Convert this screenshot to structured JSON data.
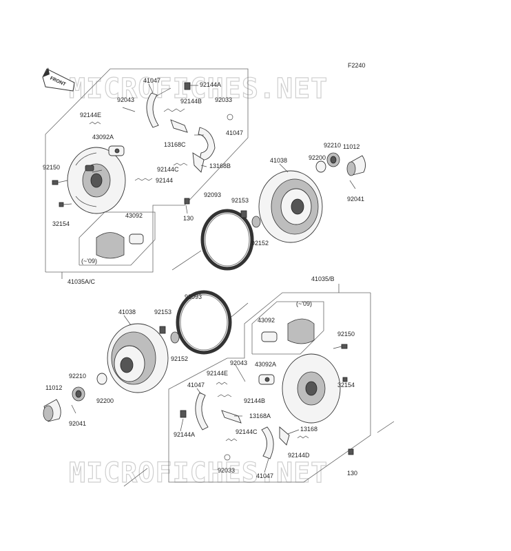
{
  "figure_code": "F2240",
  "front_arrow_text": "FRONT",
  "watermark_text": "MICROFICHES.NET",
  "group_labels": {
    "top_assembly": "41035A/C",
    "bottom_assembly": "41035/B"
  },
  "version_note": "(~'09)",
  "top_parts": {
    "p41047_a": "41047",
    "p92144A": "92144A",
    "p92043": "92043",
    "p92144B": "92144B",
    "p92033": "92033",
    "p92144E": "92144E",
    "p41047_b": "41047",
    "p43092A": "43092A",
    "p13168C": "13168C",
    "p92150": "92150",
    "p92144C": "92144C",
    "p13168B": "13168B",
    "p92144": "92144",
    "p32154": "32154",
    "p43092": "43092",
    "p130": "130",
    "p92093": "92093",
    "p92153": "92153",
    "p41038": "41038",
    "p92200": "92200",
    "p92210": "92210",
    "p11012": "11012",
    "p92041": "92041",
    "p92152": "92152"
  },
  "bottom_parts": {
    "p92093": "92093",
    "p41038": "41038",
    "p92153": "92153",
    "p43092": "43092",
    "p92150": "92150",
    "p92152": "92152",
    "p92043": "92043",
    "p43092A": "43092A",
    "p92144E": "92144E",
    "p32154": "32154",
    "p92210": "92210",
    "p41047_a": "41047",
    "p92144B": "92144B",
    "p11012": "11012",
    "p92200": "92200",
    "p13168A": "13168A",
    "p92041": "92041",
    "p92144A": "92144A",
    "p92144C": "92144C",
    "p13168": "13168",
    "p92144D": "92144D",
    "p92033": "92033",
    "p41047_b": "41047",
    "p130": "130"
  }
}
